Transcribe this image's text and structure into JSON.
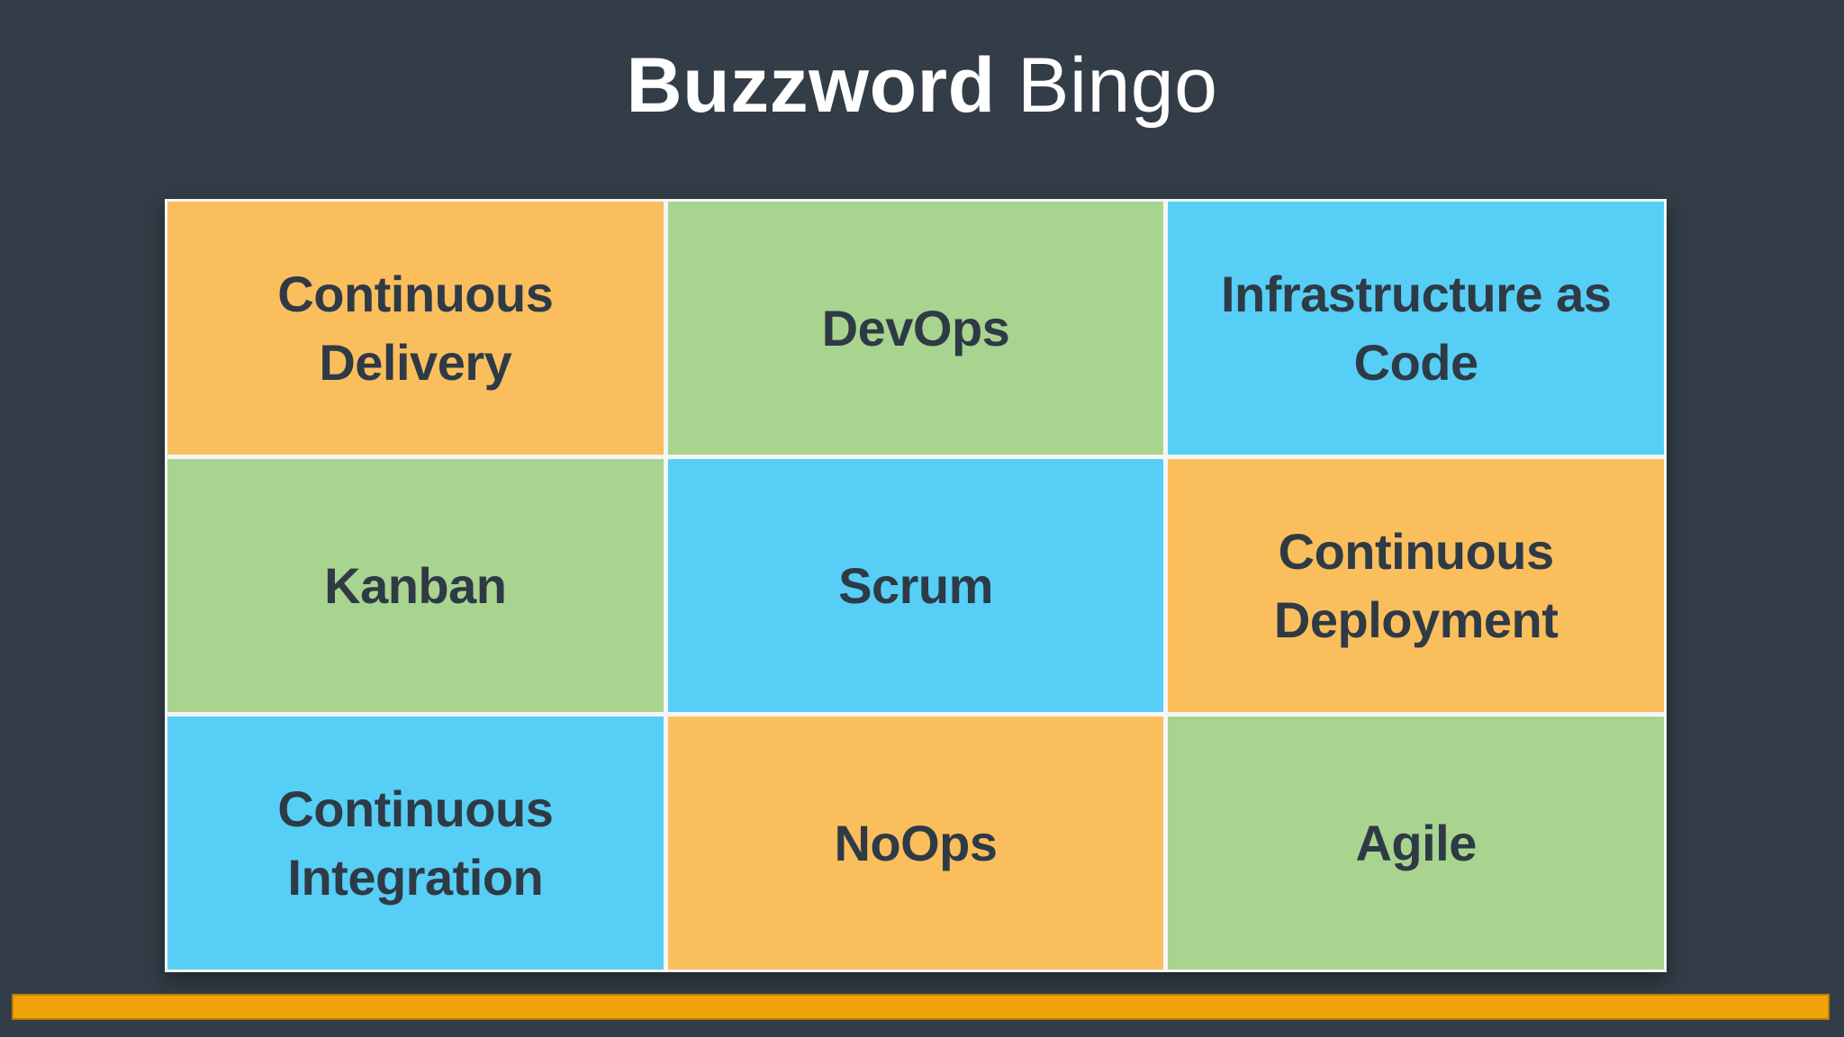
{
  "title": {
    "bold": "Buzzword",
    "regular": " Bingo"
  },
  "grid": {
    "cells": [
      {
        "label": "Continuous\nDelivery",
        "color": "orange"
      },
      {
        "label": "DevOps",
        "color": "green"
      },
      {
        "label": "Infrastructure as\nCode",
        "color": "blue"
      },
      {
        "label": "Kanban",
        "color": "green"
      },
      {
        "label": "Scrum",
        "color": "blue"
      },
      {
        "label": "Continuous\nDeployment",
        "color": "orange"
      },
      {
        "label": "Continuous\nIntegration",
        "color": "blue"
      },
      {
        "label": "NoOps",
        "color": "orange"
      },
      {
        "label": "Agile",
        "color": "green"
      }
    ]
  },
  "colors": {
    "background": "#323D47",
    "title-text": "#FFFFFF",
    "cell-text": "#2E3A45",
    "cell-border": "#F4F6F5",
    "orange": "#FBBE5D",
    "green": "#A9D48F",
    "blue": "#57CEF6",
    "accent-bar": "#F0A30A",
    "accent-bar-border": "#BD7F04"
  }
}
